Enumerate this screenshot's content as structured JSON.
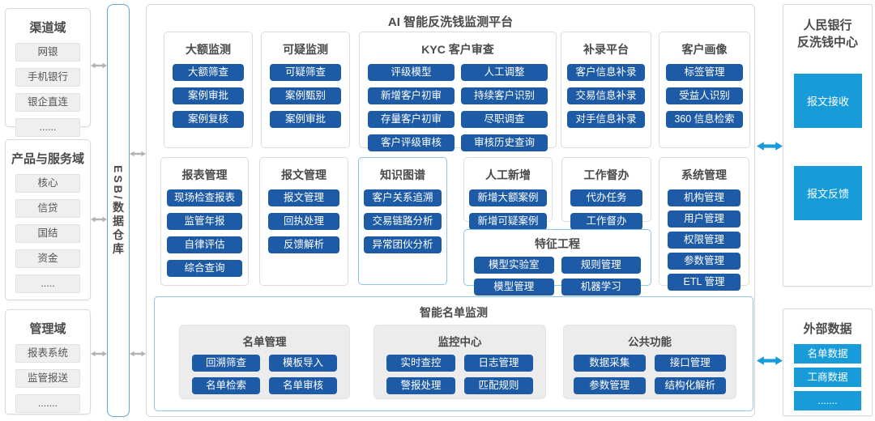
{
  "platform_title": "AI 智能反洗钱监测平台",
  "esb_label": "ESB/数据仓库",
  "domains": {
    "channel": {
      "title": "渠道域",
      "items": [
        "网银",
        "手机银行",
        "银企直连",
        "......"
      ]
    },
    "product": {
      "title": "产品与服务域",
      "items": [
        "核心",
        "信贷",
        "国结",
        "资金",
        "....."
      ]
    },
    "management": {
      "title": "管理域",
      "items": [
        "报表系统",
        "监管报送",
        "......."
      ]
    }
  },
  "modules": {
    "large_amount": {
      "title": "大额监测",
      "items": [
        "大额筛查",
        "案例审批",
        "案例复核"
      ]
    },
    "suspicious": {
      "title": "可疑监测",
      "items": [
        "可疑筛查",
        "案例甄别",
        "案例审批"
      ]
    },
    "kyc": {
      "title": "KYC 客户审查",
      "items": [
        "评级模型",
        "人工调整",
        "新增客户初审",
        "持续客户识别",
        "存量客户初审",
        "尽职调查",
        "客户评级审核",
        "审核历史查询"
      ]
    },
    "supplement": {
      "title": "补录平台",
      "items": [
        "客户信息补录",
        "交易信息补录",
        "对手信息补录"
      ]
    },
    "customer_profile": {
      "title": "客户画像",
      "items": [
        "标签管理",
        "受益人识别",
        "360 信息检索"
      ]
    },
    "report_mgmt": {
      "title": "报表管理",
      "items": [
        "现场检查报表",
        "监管年报",
        "自律评估",
        "综合查询"
      ]
    },
    "message_mgmt": {
      "title": "报文管理",
      "items": [
        "报文管理",
        "回执处理",
        "反馈解析"
      ]
    },
    "knowledge_graph": {
      "title": "知识图谱",
      "items": [
        "客户关系追溯",
        "交易链路分析",
        "异常团伙分析"
      ]
    },
    "manual_add": {
      "title": "人工新增",
      "items": [
        "新增大额案例",
        "新增可疑案例"
      ]
    },
    "work_supervision": {
      "title": "工作督办",
      "items": [
        "代办任务",
        "工作督办"
      ]
    },
    "system_mgmt": {
      "title": "系统管理",
      "items": [
        "机构管理",
        "用户管理",
        "权限管理",
        "参数管理",
        "ETL 管理"
      ]
    },
    "feature_eng": {
      "title": "特征工程",
      "items": [
        "模型实验室",
        "规则管理",
        "模型管理",
        "机器学习"
      ]
    }
  },
  "smart_list": {
    "title": "智能名单监测",
    "panels": {
      "list_mgmt": {
        "title": "名单管理",
        "items": [
          "回溯筛查",
          "模板导入",
          "名单检索",
          "名单审核"
        ]
      },
      "monitor_center": {
        "title": "监控中心",
        "items": [
          "实时查控",
          "日志管理",
          "警报处理",
          "匹配规则"
        ]
      },
      "common": {
        "title": "公共功能",
        "items": [
          "数据采集",
          "接口管理",
          "参数管理",
          "结构化解析"
        ]
      }
    }
  },
  "pboc": {
    "title_line1": "人民银行",
    "title_line2": "反洗钱中心",
    "items": [
      "报文接收",
      "报文反馈"
    ]
  },
  "external_data": {
    "title": "外部数据",
    "items": [
      "名单数据",
      "工商数据",
      "......."
    ]
  },
  "colors": {
    "primary_blue": "#1e5ba7",
    "accent_cyan": "#189cd9",
    "arrow_gray": "#b2b2b2",
    "esb_border_blue": "#5fa8dc"
  }
}
